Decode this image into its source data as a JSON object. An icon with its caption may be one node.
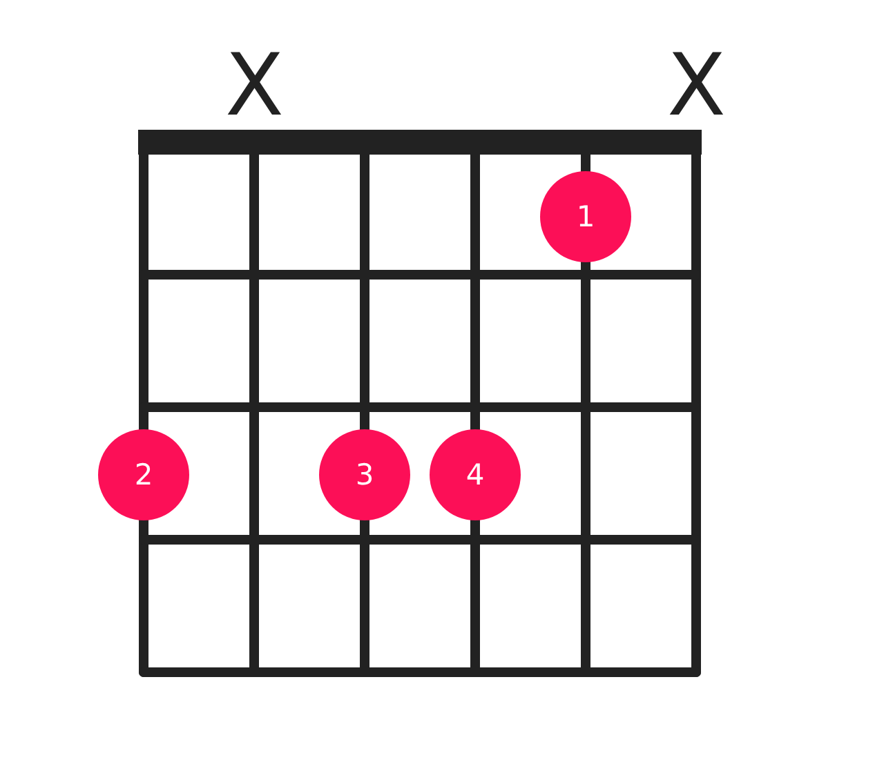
{
  "diagram": {
    "nodes": [
      {
        "text": [
          "1"
        ]
      },
      {
        "text": [
          "2"
        ]
      },
      {
        "text": [
          "3"
        ]
      },
      {
        "text": [
          "4"
        ]
      }
    ],
    "labels": [
      "X",
      "X"
    ]
  }
}
